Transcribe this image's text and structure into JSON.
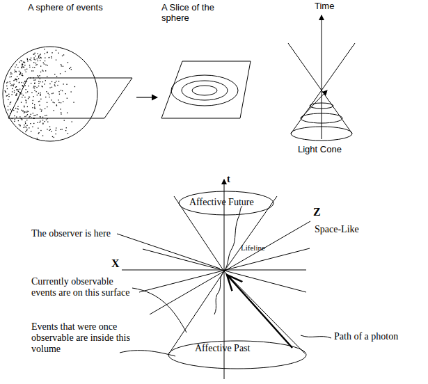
{
  "diagram": {
    "labels": [
      "A sphere of events",
      "A Slice of the sphere",
      "Time",
      "Light Cone",
      "Affective Future",
      "t",
      "The observer is here",
      "Lifeline",
      "Z",
      "Space-Like",
      "X",
      "Currently observable events are on this surface",
      "Affective Past",
      "Path of a photon",
      "Events that were once observable are inside this volume"
    ]
  }
}
